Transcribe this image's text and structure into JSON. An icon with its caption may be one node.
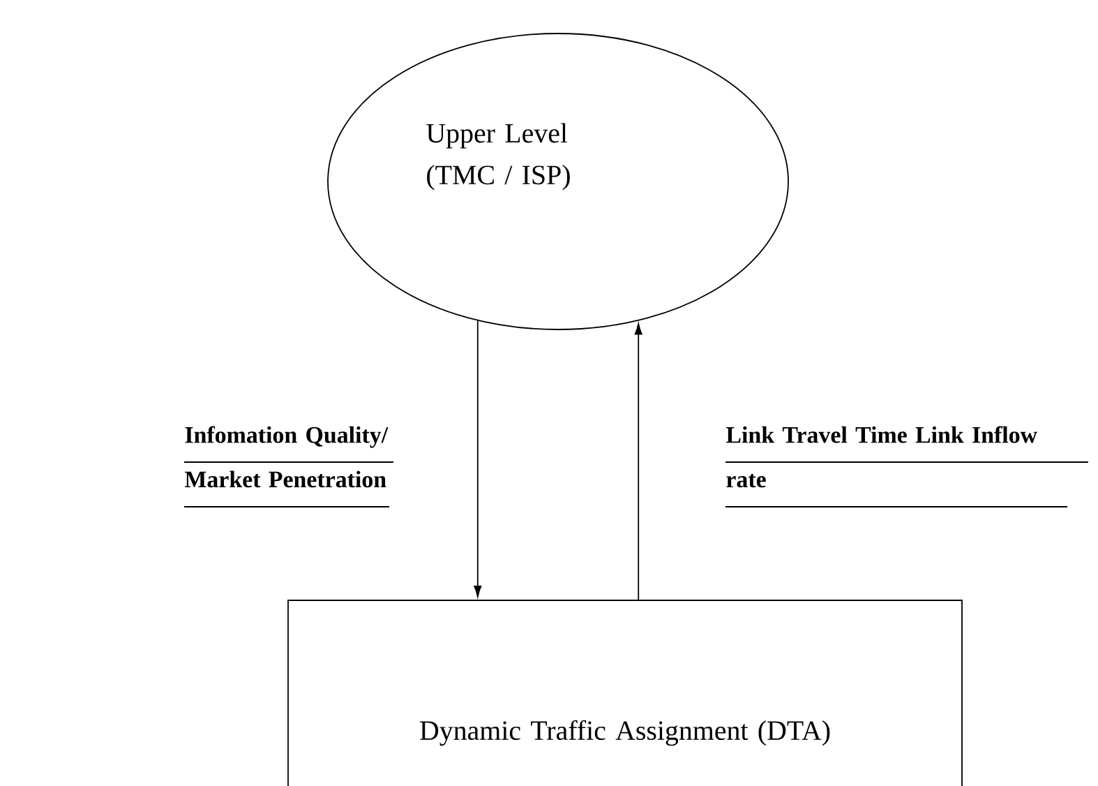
{
  "diagram": {
    "nodes": [
      {
        "text": [
          "Upper Level (TMC / ISP)"
        ]
      },
      {
        "text": [
          "Dynamic Traffic Assignment (DTA)"
        ]
      }
    ],
    "edges": [
      {
        "from": 0,
        "to": 1,
        "arrow": "to",
        "label": "Infomation Quality/ Market Penetration"
      },
      {
        "from": 1,
        "to": 0,
        "arrow": "to",
        "label": "Link Travel Time Link Inflow rate"
      }
    ]
  }
}
